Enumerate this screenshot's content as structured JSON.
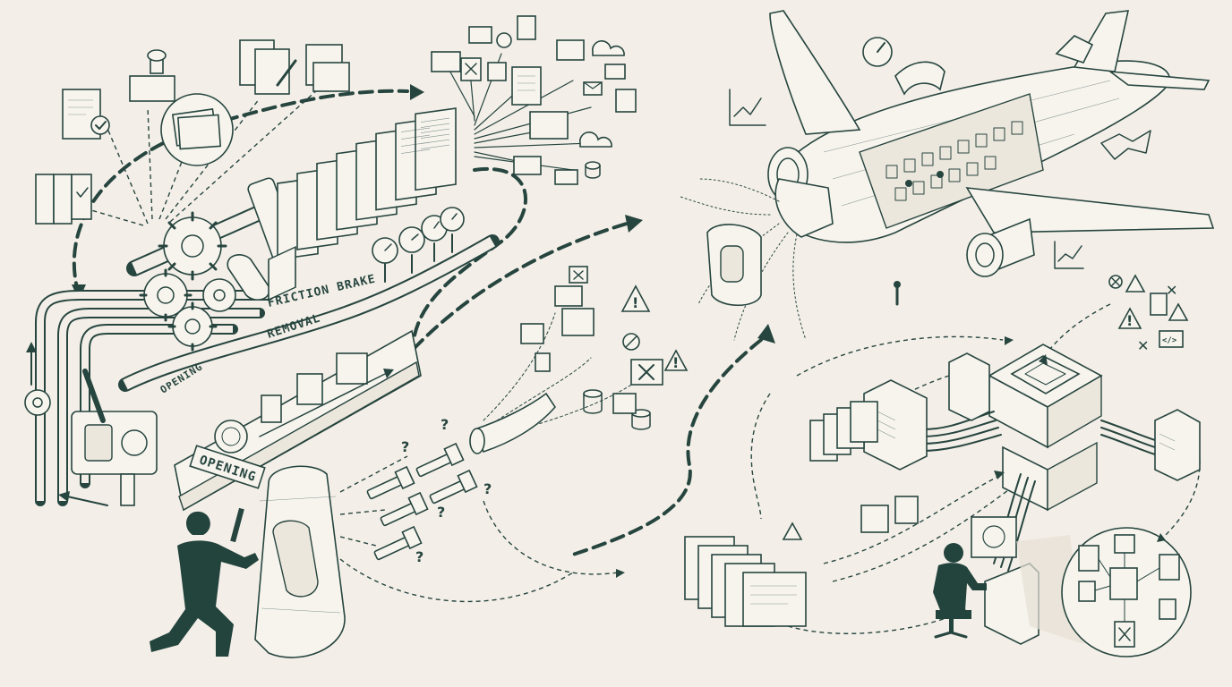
{
  "labels": {
    "friction_brake": "FRICTION BRAKE",
    "removal": "REMOVAL",
    "opening_pipe": "OPENING",
    "opening_sign": "OPENING"
  },
  "glyphs": {
    "question": "?",
    "alert": "!",
    "cross": "✕",
    "code": "</>"
  },
  "colors": {
    "ink": "#27453f",
    "paper": "#f3efe8",
    "figure": "#23433d"
  }
}
